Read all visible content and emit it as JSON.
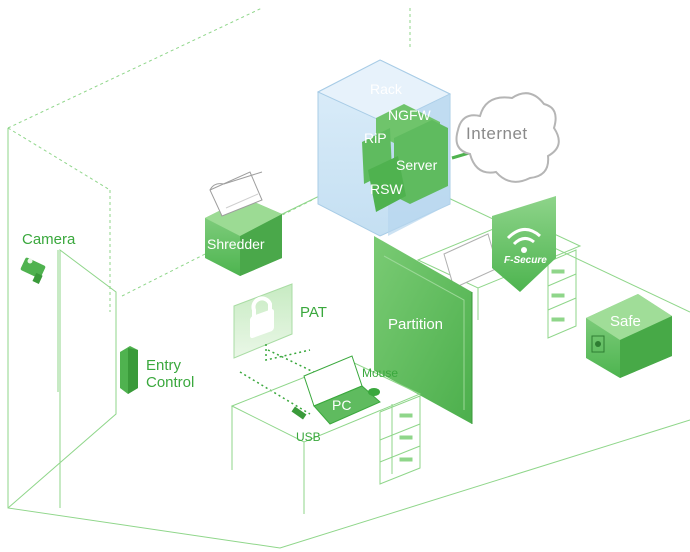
{
  "labels": {
    "camera": "Camera",
    "shredder": "Shredder",
    "rack": "Rack",
    "ngfw": "NGFW",
    "rip": "RiP",
    "server": "Server",
    "rsw": "RSW",
    "internet": "Internet",
    "fsecure": "F-Secure",
    "pat": "PAT",
    "partition": "Partition",
    "safe": "Safe",
    "entry_control": "Entry\nControl",
    "mouse": "Mouse",
    "pc": "PC",
    "usb": "USB"
  },
  "colors": {
    "line": "#77cc77",
    "line_dark": "#3aa83d",
    "green_fill": "#5cc05c",
    "green_light": "#b9e6b3",
    "rack_blue": "#cfe6f5",
    "cloud_gray": "#b5b5b5"
  },
  "icons": [
    "camera-icon",
    "lock-icon",
    "shield-icon",
    "cloud-icon",
    "safe-icon",
    "shredder-icon"
  ]
}
